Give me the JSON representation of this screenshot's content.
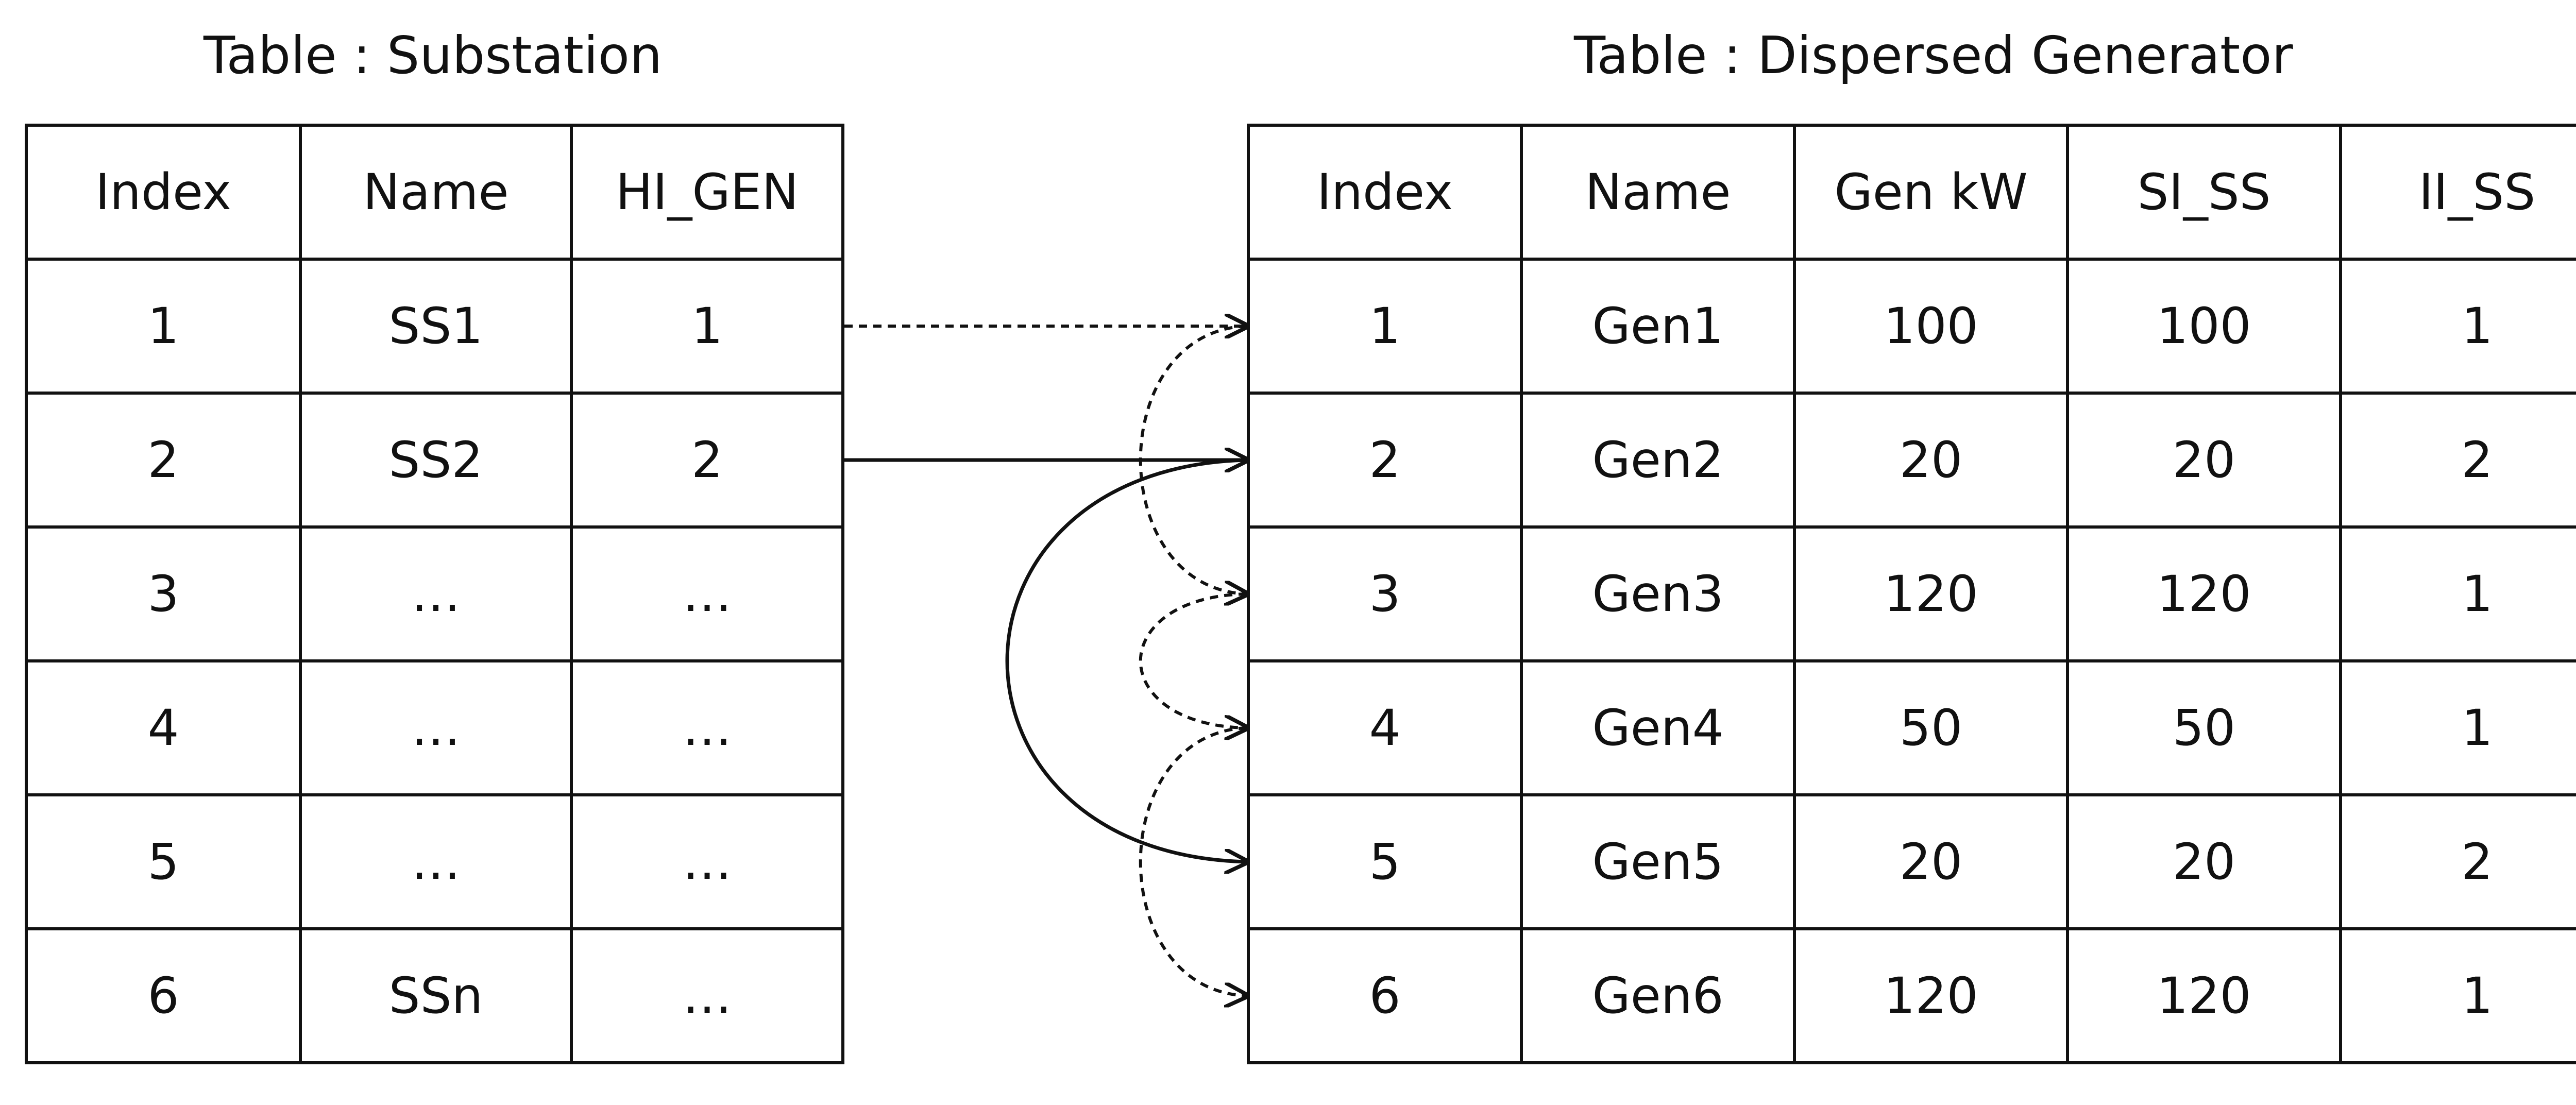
{
  "substation": {
    "title": "Table : Substation",
    "headers": [
      "Index",
      "Name",
      "HI_GEN"
    ],
    "rows": [
      [
        "1",
        "SS1",
        "1"
      ],
      [
        "2",
        "SS2",
        "2"
      ],
      [
        "3",
        "…",
        "…"
      ],
      [
        "4",
        "…",
        "…"
      ],
      [
        "5",
        "…",
        "…"
      ],
      [
        "6",
        "SSn",
        "…"
      ]
    ]
  },
  "generator": {
    "title": "Table : Dispersed Generator",
    "headers": [
      "Index",
      "Name",
      "Gen kW",
      "SI_SS",
      "II_SS"
    ],
    "rows": [
      [
        "1",
        "Gen1",
        "100",
        "100",
        "1"
      ],
      [
        "2",
        "Gen2",
        "20",
        "20",
        "2"
      ],
      [
        "3",
        "Gen3",
        "120",
        "120",
        "1"
      ],
      [
        "4",
        "Gen4",
        "50",
        "50",
        "1"
      ],
      [
        "5",
        "Gen5",
        "20",
        "20",
        "2"
      ],
      [
        "6",
        "Gen6",
        "120",
        "120",
        "1"
      ]
    ]
  },
  "links": [
    {
      "from": "substation.1",
      "to": "generator.1",
      "style": "dashed"
    },
    {
      "from": "substation.2",
      "to": "generator.2",
      "style": "solid"
    },
    {
      "from": "generator.1",
      "to": "generator.3",
      "style": "dashed"
    },
    {
      "from": "generator.3",
      "to": "generator.4",
      "style": "dashed"
    },
    {
      "from": "generator.4",
      "to": "generator.6",
      "style": "dashed"
    },
    {
      "from": "generator.2",
      "to": "generator.5",
      "style": "solid"
    }
  ]
}
